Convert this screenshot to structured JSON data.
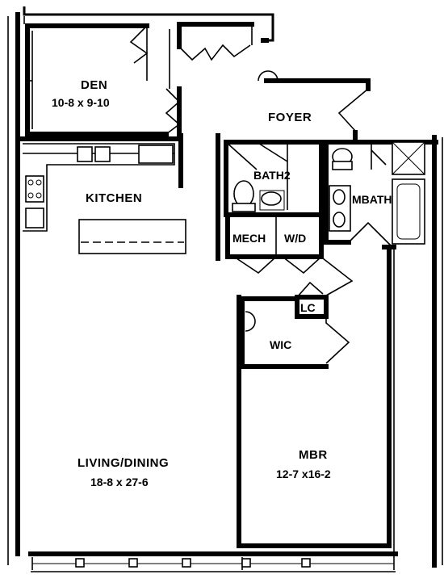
{
  "rooms": {
    "den": {
      "label": "DEN",
      "dimensions": "10-8 x 9-10"
    },
    "foyer": {
      "label": "FOYER"
    },
    "kitchen": {
      "label": "KITCHEN"
    },
    "bath2": {
      "label": "BATH2"
    },
    "mbath": {
      "label": "MBATH"
    },
    "mech": {
      "label": "MECH"
    },
    "wd": {
      "label": "W/D"
    },
    "lc": {
      "label": "LC"
    },
    "wic": {
      "label": "WIC"
    },
    "living_dining": {
      "label": "LIVING/DINING",
      "dimensions": "18-8 x 27-6"
    },
    "mbr": {
      "label": "MBR",
      "dimensions": "12-7 x16-2"
    }
  }
}
